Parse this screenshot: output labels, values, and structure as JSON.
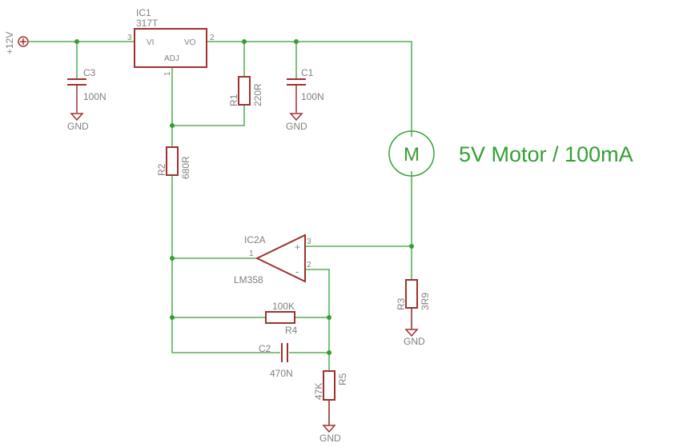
{
  "supply": {
    "label": "+12V"
  },
  "ic1": {
    "ref": "IC1",
    "value": "317T",
    "pin_vi": "VI",
    "pin_vo": "VO",
    "pin_adj": "ADJ",
    "pin_3": "3",
    "pin_2": "2",
    "pin_1": "1"
  },
  "c3": {
    "ref": "C3",
    "value": "100N"
  },
  "c1": {
    "ref": "C1",
    "value": "100N"
  },
  "r1": {
    "ref": "R1",
    "value": "220R"
  },
  "r2": {
    "ref": "R2",
    "value": "680R"
  },
  "motor": {
    "symbol": "M",
    "caption": "5V Motor / 100mA"
  },
  "ic2": {
    "ref": "IC2A",
    "value": "LM358",
    "pin_out": "1",
    "pin_plus": "3",
    "pin_minus": "2",
    "plus_sign": "+",
    "minus_sign": "-"
  },
  "r3": {
    "ref": "R3",
    "value": "3R9"
  },
  "r4": {
    "ref": "R4",
    "value": "100K"
  },
  "c2": {
    "ref": "C2",
    "value": "470N"
  },
  "r5": {
    "ref": "R5",
    "value": "47K"
  },
  "gnd_label": "GND",
  "colors": {
    "wire": "#33a033",
    "component": "#a03030",
    "text": "#808080"
  }
}
